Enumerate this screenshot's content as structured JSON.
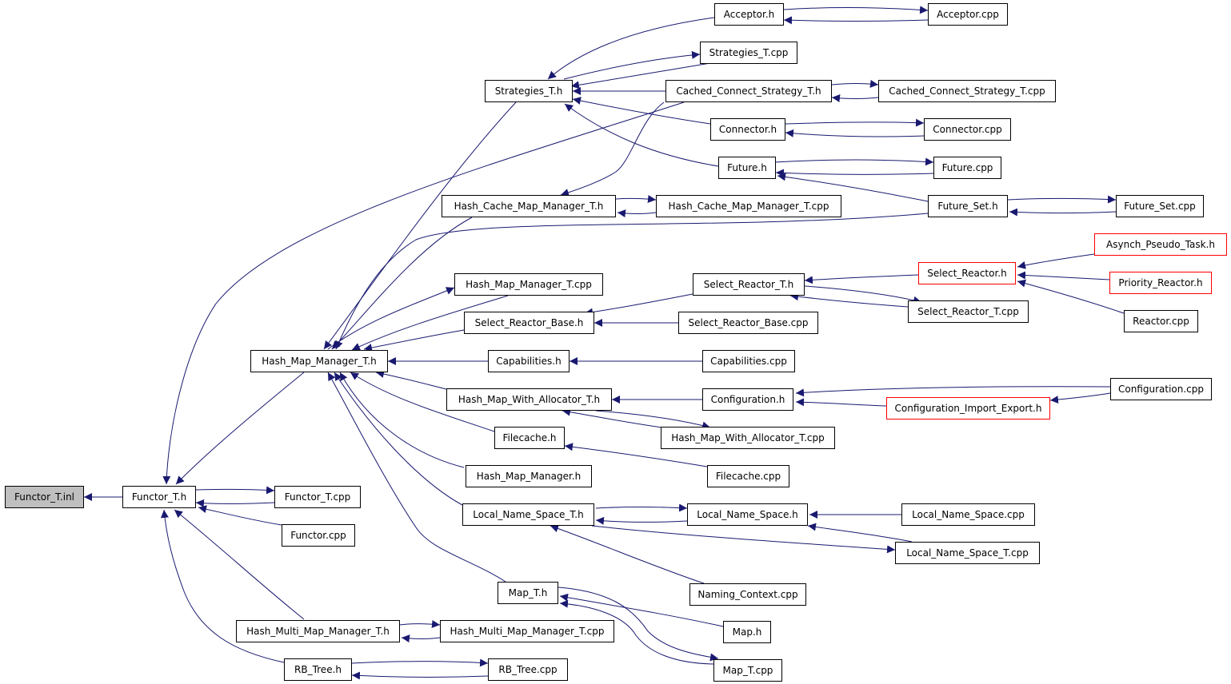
{
  "colors": {
    "edge": "#191970",
    "border": "#000000",
    "missing_border": "#ff0000",
    "root_fill": "#bfbfbf"
  },
  "nodes": {
    "functor_t_inl": "Functor_T.inl",
    "functor_t_h": "Functor_T.h",
    "functor_t_cpp": "Functor_T.cpp",
    "functor_cpp": "Functor.cpp",
    "hash_map_manager_t_h": "Hash_Map_Manager_T.h",
    "strategies_t_h": "Strategies_T.h",
    "acceptor_h": "Acceptor.h",
    "acceptor_cpp": "Acceptor.cpp",
    "strategies_t_cpp": "Strategies_T.cpp",
    "cached_connect_strategy_t_h": "Cached_Connect_Strategy_T.h",
    "cached_connect_strategy_t_cpp": "Cached_Connect_Strategy_T.cpp",
    "connector_h": "Connector.h",
    "connector_cpp": "Connector.cpp",
    "future_h": "Future.h",
    "future_cpp": "Future.cpp",
    "hash_cache_map_manager_t_h": "Hash_Cache_Map_Manager_T.h",
    "hash_cache_map_manager_t_cpp": "Hash_Cache_Map_Manager_T.cpp",
    "future_set_h": "Future_Set.h",
    "future_set_cpp": "Future_Set.cpp",
    "asynch_pseudo_task_h": "Asynch_Pseudo_Task.h",
    "select_reactor_h": "Select_Reactor.h",
    "priority_reactor_h": "Priority_Reactor.h",
    "hash_map_manager_t_cpp": "Hash_Map_Manager_T.cpp",
    "select_reactor_t_h": "Select_Reactor_T.h",
    "select_reactor_t_cpp": "Select_Reactor_T.cpp",
    "reactor_cpp": "Reactor.cpp",
    "select_reactor_base_h": "Select_Reactor_Base.h",
    "select_reactor_base_cpp": "Select_Reactor_Base.cpp",
    "capabilities_h": "Capabilities.h",
    "capabilities_cpp": "Capabilities.cpp",
    "configuration_cpp": "Configuration.cpp",
    "hash_map_with_allocator_t_h": "Hash_Map_With_Allocator_T.h",
    "configuration_h": "Configuration.h",
    "configuration_import_export_h": "Configuration_Import_Export.h",
    "filecache_h": "Filecache.h",
    "hash_map_with_allocator_t_cpp": "Hash_Map_With_Allocator_T.cpp",
    "hash_map_manager_h": "Hash_Map_Manager.h",
    "filecache_cpp": "Filecache.cpp",
    "local_name_space_t_h": "Local_Name_Space_T.h",
    "local_name_space_h": "Local_Name_Space.h",
    "local_name_space_cpp": "Local_Name_Space.cpp",
    "local_name_space_t_cpp": "Local_Name_Space_T.cpp",
    "naming_context_cpp": "Naming_Context.cpp",
    "map_t_h": "Map_T.h",
    "map_h": "Map.h",
    "hash_multi_map_manager_t_h": "Hash_Multi_Map_Manager_T.h",
    "hash_multi_map_manager_t_cpp": "Hash_Multi_Map_Manager_T.cpp",
    "rb_tree_h": "RB_Tree.h",
    "rb_tree_cpp": "RB_Tree.cpp",
    "map_t_cpp": "Map_T.cpp"
  }
}
